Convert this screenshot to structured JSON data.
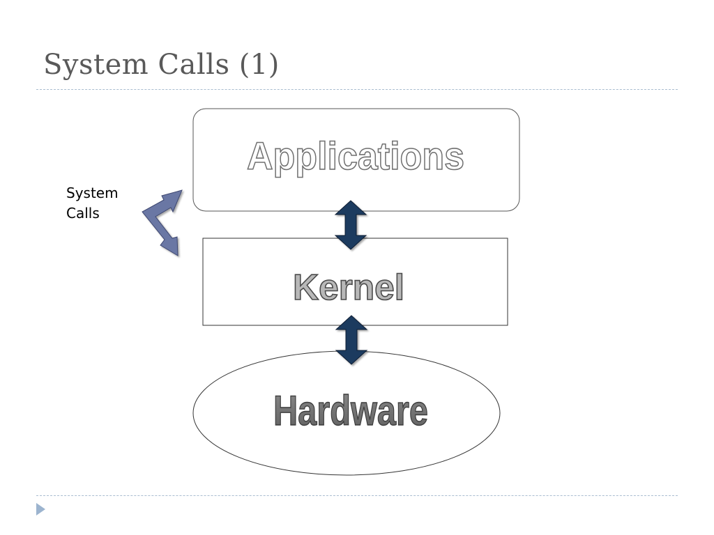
{
  "slide": {
    "title": "System Calls (1)"
  },
  "diagram": {
    "layers": {
      "applications": "Applications",
      "kernel": "Kernel",
      "hardware": "Hardware"
    },
    "callout": {
      "line1": "System",
      "line2": "Calls"
    }
  },
  "colors": {
    "title": "#595959",
    "rule": "#a9bcd0",
    "arrow_dark": "#1f3a5f",
    "arrow_callout": "#6b77a4",
    "nav_triangle": "#9cb4cf"
  },
  "icons": {
    "nav": "triangle-right-icon"
  }
}
